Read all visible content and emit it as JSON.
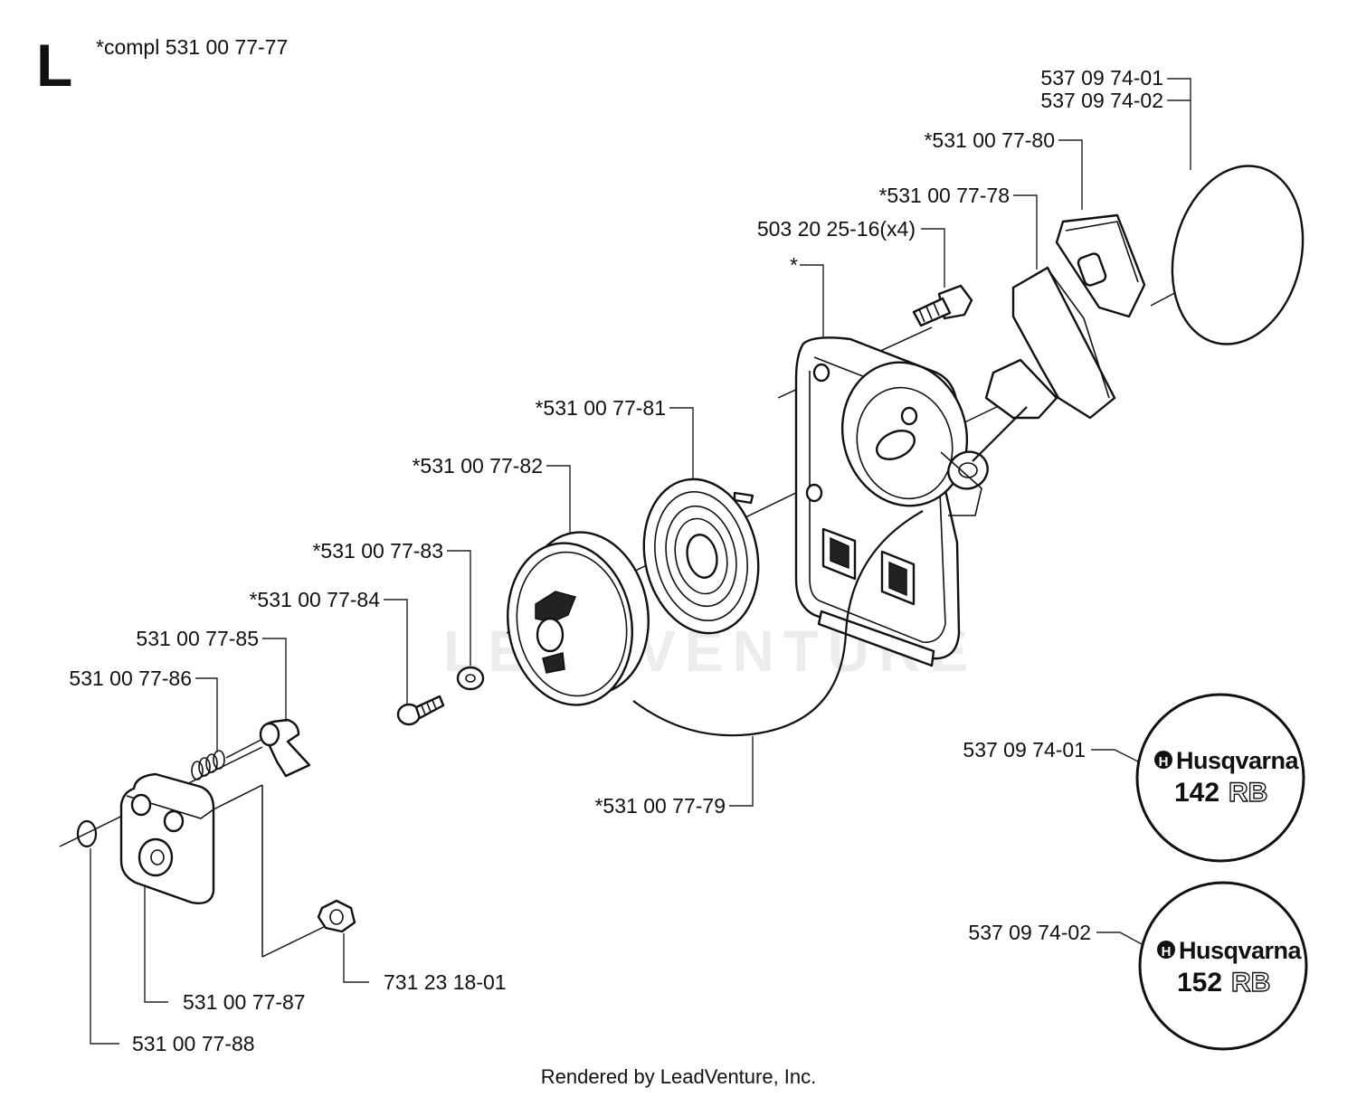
{
  "section": {
    "letter": "L",
    "assembly_label": "*compl 531 00 77-77"
  },
  "parts": {
    "decal_top_a": "537 09 74-01",
    "decal_top_b": "537 09 74-02",
    "p80": "*531 00 77-80",
    "p78": "*531 00 77-78",
    "screw_x4": "503 20 25-16(x4)",
    "housing": "*",
    "p81": "*531 00 77-81",
    "p82": "*531 00 77-82",
    "p83": "*531 00 77-83",
    "p84": "*531 00 77-84",
    "p85": "531 00 77-85",
    "p86": "531 00 77-86",
    "p79": "*531 00 77-79",
    "nut": "731 23 18-01",
    "p87": "531 00 77-87",
    "p88": "531 00 77-88",
    "decal_142_label": "537 09 74-01",
    "decal_152_label": "537 09 74-02"
  },
  "decals": {
    "decal_142": {
      "brand": "Husqvarna",
      "model_num": "142",
      "model_suffix": "RB"
    },
    "decal_152": {
      "brand": "Husqvarna",
      "model_num": "152",
      "model_suffix": "RB"
    }
  },
  "watermark": "LEADVENTURE",
  "footer": "Rendered by LeadVenture, Inc."
}
